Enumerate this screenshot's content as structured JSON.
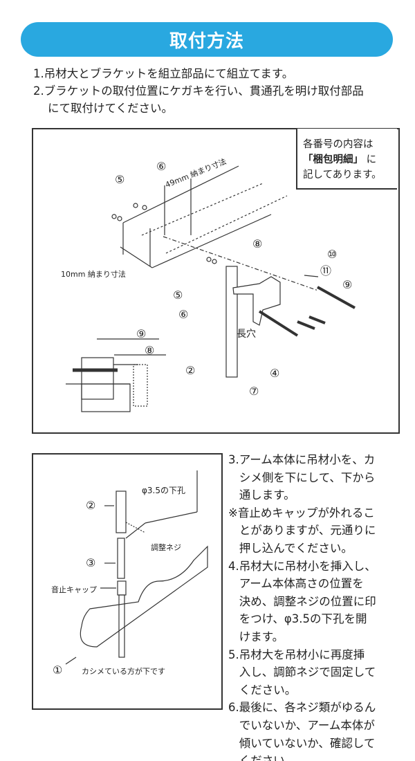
{
  "title": "取付方法",
  "intro": [
    "1.吊材大とブラケットを組立部品にて組立てます。",
    "2.ブラケットの取付位置にケガキを行い、貫通孔を明け取付部品",
    "    にて取付けてください。"
  ],
  "diagram1": {
    "note": {
      "line1": "各番号の内容は",
      "bold": "「梱包明細」",
      "line2_suffix": "に",
      "line3": "記してあります。"
    },
    "dim_49": "49mm 納まり寸法",
    "dim_10": "10mm 納まり寸法",
    "slot": "長穴",
    "numbers": {
      "n5a": "⑤",
      "n6a": "⑥",
      "n8": "⑧",
      "n10": "⑩",
      "n11": "⑪",
      "n9": "⑨",
      "n5b": "⑤",
      "n6b": "⑥",
      "n2": "②",
      "n7": "⑦",
      "n4": "④",
      "d9": "⑨",
      "d8": "⑧"
    }
  },
  "diagram2": {
    "pilot_hole": "φ3.5の下孔",
    "adjust_screw": "調整ネジ",
    "cap": "音止キャップ",
    "crimp_note": "カシメている方が下です",
    "numbers": {
      "n2": "②",
      "n3": "③",
      "n1": "①"
    }
  },
  "steps": [
    "3.アーム本体に吊材小を、カ",
    "   シメ側を下にして、下から",
    "   通します。",
    "※音止めキャップが外れるこ",
    "   とがありますが、元通りに",
    "   押し込んでください。",
    "4.吊材大に吊材小を挿入し、",
    "   アーム本体高さの位置を",
    "   決め、調整ネジの位置に印",
    "   をつけ、φ3.5の下孔を開",
    "   けます。",
    "5.吊材大を吊材小に再度挿",
    "   入し、調節ネジで固定して",
    "   ください。",
    "6.最後に、各ネジ類がゆるん",
    "   でいないか、アーム本体が",
    "   傾いていないか、確認して",
    "   ください。"
  ]
}
